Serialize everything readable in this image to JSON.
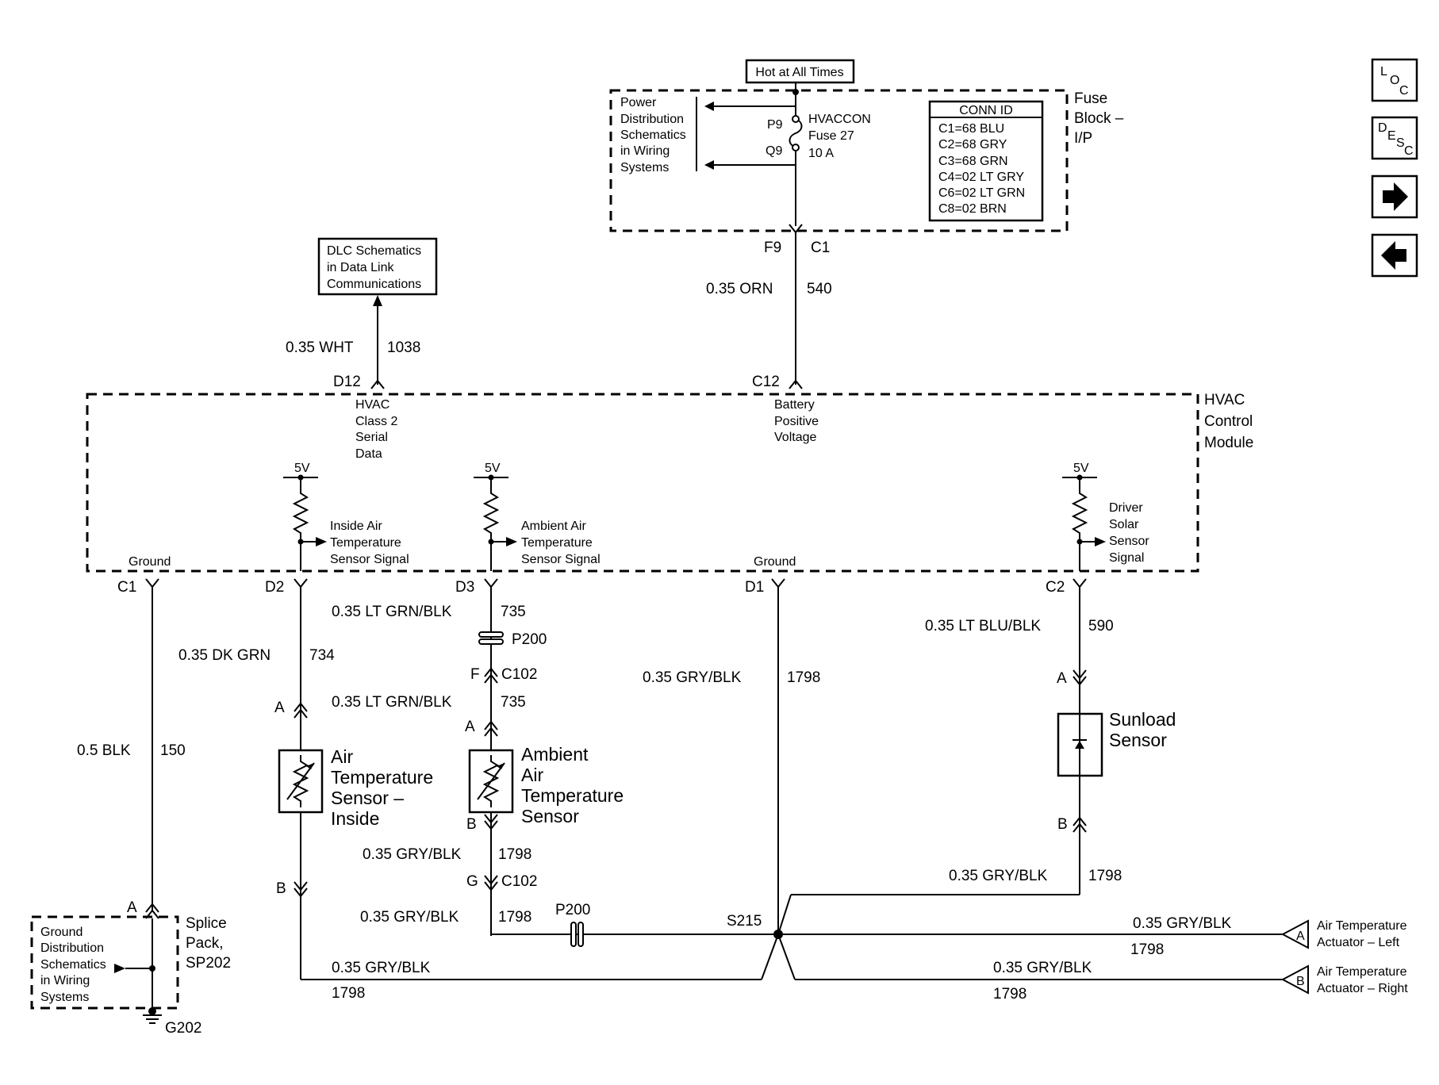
{
  "nav": {
    "loc": [
      "L",
      "O",
      "C"
    ],
    "desc": [
      "D",
      "E",
      "S",
      "C"
    ]
  },
  "fuse_block": {
    "hot_label": "Hot at All Times",
    "title": [
      "Fuse",
      "Block –",
      "I/P"
    ],
    "power_ref": [
      "Power",
      "Distribution",
      "Schematics",
      "in Wiring",
      "Systems"
    ],
    "pin_p9": "P9",
    "pin_q9": "Q9",
    "fuse_label": [
      "HVACCON",
      "Fuse 27",
      "10 A"
    ],
    "conn_id_title": "CONN ID",
    "conn_ids": [
      "C1=68 BLU",
      "C2=68 GRY",
      "C3=68 GRN",
      "C4=02 LT GRY",
      "C6=02 LT GRN",
      "C8=02 BRN"
    ],
    "out_pin": "F9",
    "out_conn": "C1"
  },
  "dlc": {
    "ref": [
      "DLC Schematics",
      "in Data Link",
      "Communications"
    ],
    "wire_size": "0.35 WHT",
    "circuit": "1038",
    "pin": "D12"
  },
  "orn_wire": {
    "size": "0.35 ORN",
    "circuit": "540",
    "pin": "C12"
  },
  "hvac_module": {
    "title": [
      "HVAC",
      "Control",
      "Module"
    ],
    "class2": [
      "HVAC",
      "Class 2",
      "Serial",
      "Data"
    ],
    "battery": [
      "Battery",
      "Positive",
      "Voltage"
    ],
    "ground_left": "Ground",
    "ground_mid": "Ground",
    "v5": "5V",
    "inside_signal": [
      "Inside Air",
      "Temperature",
      "Sensor Signal"
    ],
    "ambient_signal": [
      "Ambient Air",
      "Temperature",
      "Sensor Signal"
    ],
    "solar_signal": [
      "Driver",
      "Solar",
      "Sensor",
      "Signal"
    ],
    "pins": {
      "c1": "C1",
      "d2": "D2",
      "d3": "D3",
      "d1": "D1",
      "c2": "C2"
    }
  },
  "wires": {
    "ground_c1": {
      "size": "0.5 BLK",
      "circuit": "150"
    },
    "d2": {
      "size": "0.35 DK GRN",
      "circuit": "734"
    },
    "d3_top": {
      "size": "0.35 LT GRN/BLK",
      "circuit": "735"
    },
    "d3_bottom": {
      "size": "0.35 LT GRN/BLK",
      "circuit": "735"
    },
    "d1": {
      "size": "0.35 GRY/BLK",
      "circuit": "1798"
    },
    "c2": {
      "size": "0.35 LT BLU/BLK",
      "circuit": "590"
    },
    "ambient_b": {
      "size": "0.35 GRY/BLK",
      "circuit": "1798"
    },
    "p200_h": {
      "size": "0.35 GRY/BLK",
      "circuit": "1798"
    },
    "inside_b": {
      "size": "0.35 GRY/BLK",
      "circuit": "1798"
    },
    "sunload_b": {
      "size": "0.35 GRY/BLK",
      "circuit": "1798"
    },
    "act_left": {
      "size": "0.35 GRY/BLK",
      "circuit": "1798"
    },
    "act_right": {
      "size": "0.35 GRY/BLK",
      "circuit": "1798"
    }
  },
  "connectors": {
    "p200": "P200",
    "c102_f": "F",
    "c102": "C102",
    "c102_g": "G",
    "c102b": "C102",
    "p200_h": "P200",
    "s215": "S215",
    "pin_a": "A",
    "pin_b": "B"
  },
  "components": {
    "inside_sensor": [
      "Air",
      "Temperature",
      "Sensor –",
      "Inside"
    ],
    "ambient_sensor": [
      "Ambient",
      "Air",
      "Temperature",
      "Sensor"
    ],
    "sunload_sensor": [
      "Sunload",
      "Sensor"
    ]
  },
  "splice_pack": {
    "title": [
      "Splice",
      "Pack,",
      "SP202"
    ],
    "ref": [
      "Ground",
      "Distribution",
      "Schematics",
      "in Wiring",
      "Systems"
    ],
    "ground": "G202"
  },
  "actuators": {
    "left": {
      "pin": "A",
      "label": [
        "Air Temperature",
        "Actuator – Left"
      ]
    },
    "right": {
      "pin": "B",
      "label": [
        "Air Temperature",
        "Actuator – Right"
      ]
    }
  }
}
